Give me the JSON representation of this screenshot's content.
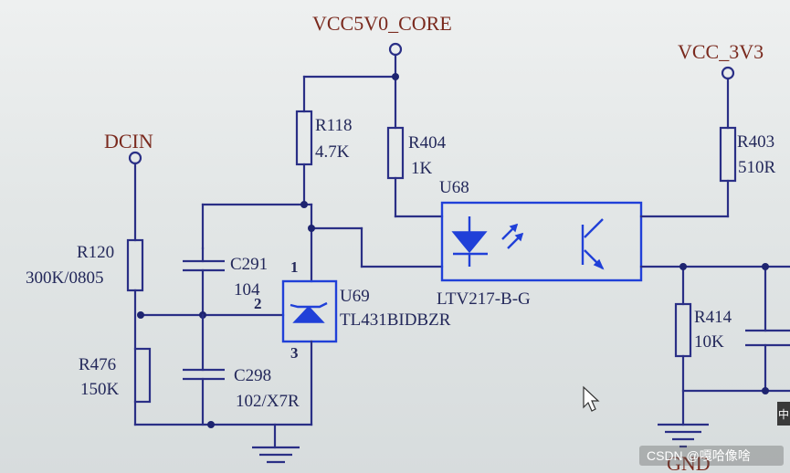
{
  "nets": {
    "vcc5v0": "VCC5V0_CORE",
    "vcc3v3": "VCC_3V3",
    "dcin": "DCIN",
    "gnd": "GND"
  },
  "components": {
    "r118": {
      "ref": "R118",
      "value": "4.7K"
    },
    "r404": {
      "ref": "R404",
      "value": "1K"
    },
    "r403": {
      "ref": "R403",
      "value": "510R"
    },
    "r120": {
      "ref": "R120",
      "value": "300K/0805"
    },
    "r476": {
      "ref": "R476",
      "value": "150K"
    },
    "r414": {
      "ref": "R414",
      "value": "10K"
    },
    "c291": {
      "ref": "C291",
      "value": "104"
    },
    "c298": {
      "ref": "C298",
      "value": "102/X7R"
    },
    "u68": {
      "ref": "U68",
      "value": "LTV217-B-G"
    },
    "u69": {
      "ref": "U69",
      "value": "TL431BIDBZR"
    }
  },
  "pins": {
    "p1": "1",
    "p2": "2",
    "p3": "3"
  },
  "watermark": "CSDN @嘎哈像啥",
  "edge_text": "中",
  "colors": {
    "wire": "#2a2f86",
    "highlight": "#2040d8",
    "net_label": "#7a2a1e",
    "text": "#23285a"
  },
  "icons": [
    "ground-symbol",
    "mouse-cursor-icon",
    "power-port-circle"
  ]
}
